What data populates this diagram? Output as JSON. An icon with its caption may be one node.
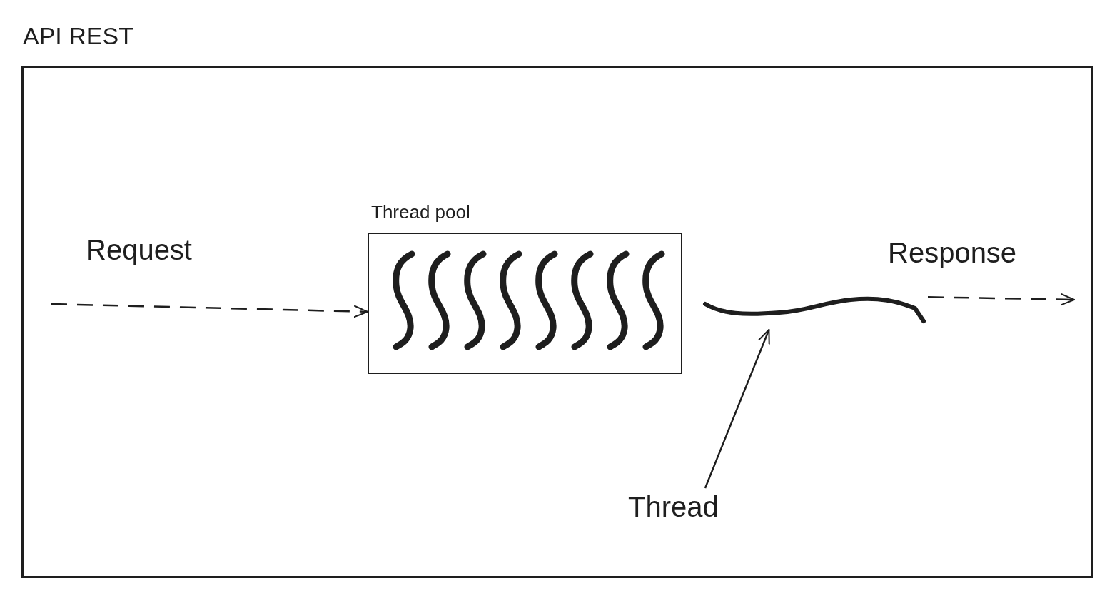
{
  "diagram": {
    "nodes": [
      {
        "text": [
          "API REST"
        ]
      },
      {
        "text": [
          "Thread pool"
        ],
        "in": 0
      },
      {
        "text": [],
        "shape": "picture",
        "in": 0
      },
      {
        "text": [
          "Thread"
        ],
        "in": 0
      }
    ],
    "edges": [
      {
        "from": null,
        "to": 1,
        "arrow": "to",
        "label": "Request",
        "style": "dashed"
      },
      {
        "from": 2,
        "to": null,
        "arrow": "to",
        "label": "Response",
        "style": "dashed"
      },
      {
        "from": 3,
        "to": 2,
        "arrow": "to"
      }
    ]
  }
}
